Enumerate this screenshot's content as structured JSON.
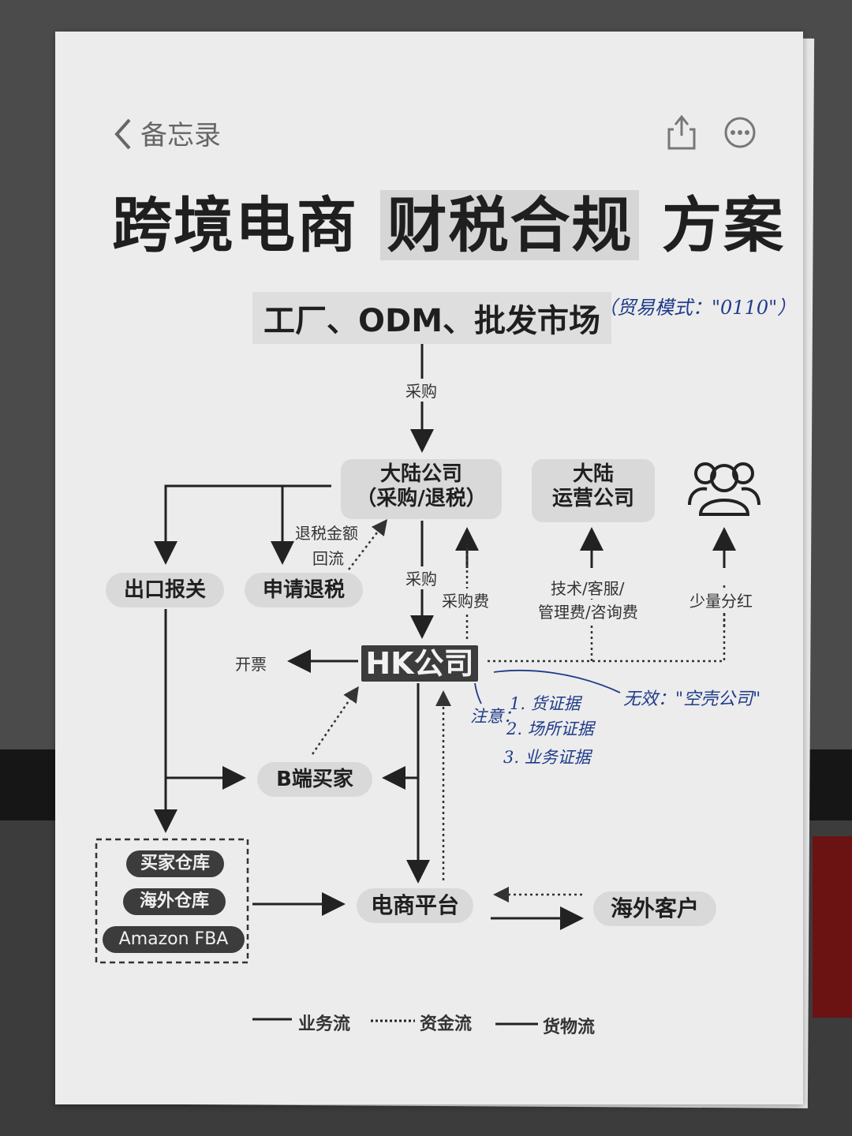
{
  "header": {
    "back_label": "备忘录",
    "title_part1": "跨境电商",
    "title_highlight": "财税合规",
    "title_part3": "方案"
  },
  "diagram": {
    "top_node": "工厂、ODM、批发市场",
    "handwritten_top": "（贸易模式：\"0110\"）",
    "mainland_line1": "大陆公司",
    "mainland_line2": "（采购/退税）",
    "ops_line1": "大陆",
    "ops_line2": "运营公司",
    "export_node": "出口报关",
    "refund_node": "申请退税",
    "hk_node": "HK公司",
    "b2b_node": "B端买家",
    "platform_node": "电商平台",
    "customer_node": "海外客户",
    "warehouses": [
      "买家仓库",
      "海外仓库",
      "Amazon FBA"
    ],
    "labels": {
      "purchase_top": "采购",
      "refund_amount": "退税金额",
      "refund_return": "回流",
      "purchase_mid": "采购",
      "purchase_fee": "采购费",
      "tech_fee_line1": "技术/客服/",
      "tech_fee_line2": "管理费/咨询费",
      "dividend": "少量分红",
      "invoice": "开票"
    },
    "handwritten_notes": {
      "note_label": "注意：",
      "note1": "1. 货证据",
      "note2": "2. 场所证据",
      "note3": "3. 业务证据",
      "avoid": "无效：\"空壳公司\""
    }
  },
  "legend": {
    "business": "业务流",
    "funds": "资金流",
    "goods": "货物流"
  }
}
